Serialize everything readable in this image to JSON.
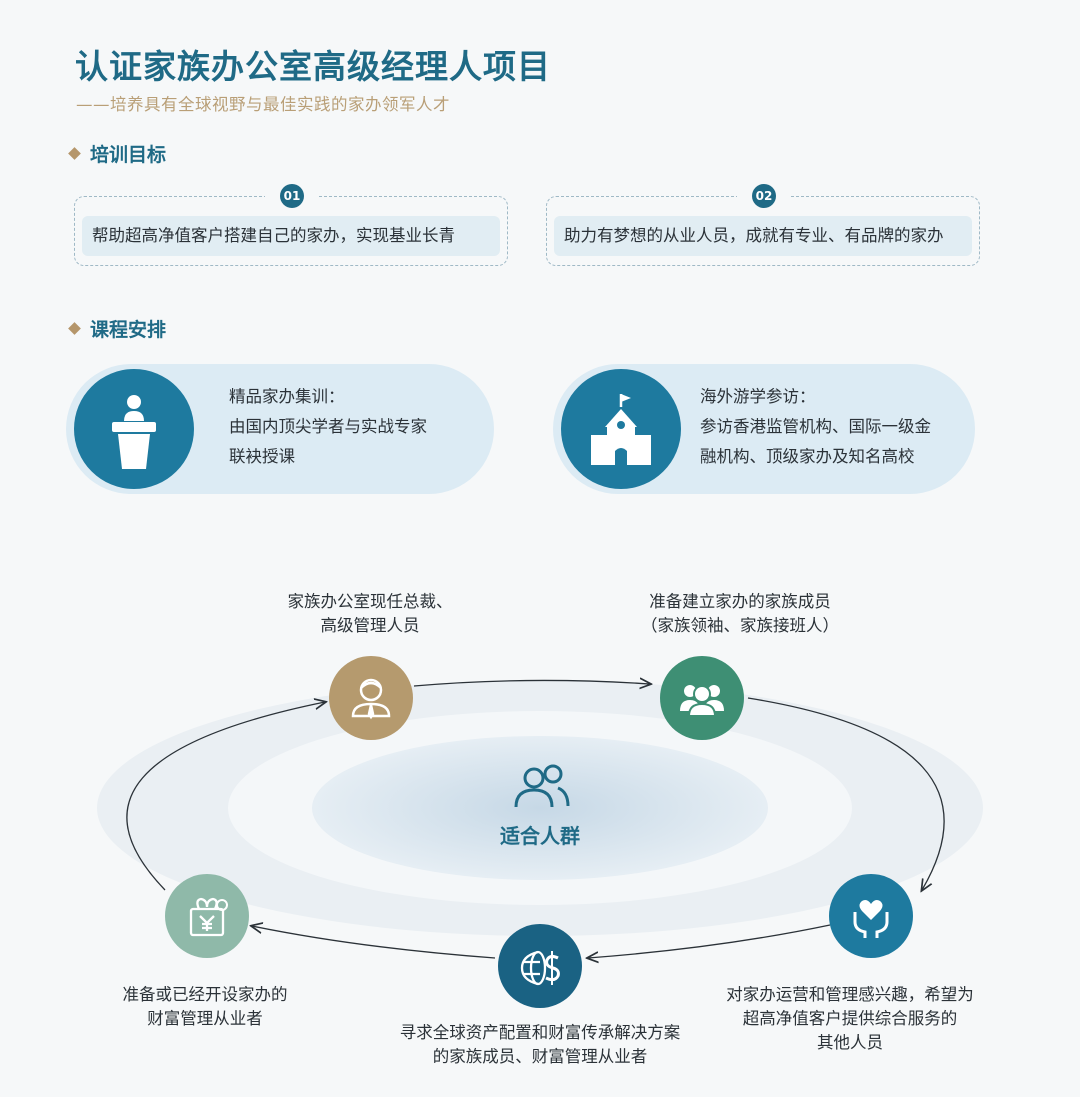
{
  "header": {
    "title": "认证家族办公室高级经理人项目",
    "subtitle": "——培养具有全球视野与最佳实践的家办领军人才"
  },
  "training_goals": {
    "heading": "培训目标",
    "items": [
      {
        "num": "01",
        "text": "帮助超高净值客户搭建自己的家办，实现基业长青"
      },
      {
        "num": "02",
        "text": "助力有梦想的从业人员，成就有专业、有品牌的家办"
      }
    ]
  },
  "course": {
    "heading": "课程安排",
    "items": [
      {
        "icon": "podium-icon",
        "lines": [
          "精品家办集训：",
          "由国内顶尖学者与实战专家",
          "联袂授课"
        ]
      },
      {
        "icon": "school-building-icon",
        "lines": [
          "海外游学参访：",
          "参访香港监管机构、国际一级金",
          "融机构、顶级家办及知名高校"
        ]
      }
    ]
  },
  "audience": {
    "center_label": "适合人群",
    "center_icon": "people-icon",
    "nodes": [
      {
        "icon": "executive-icon",
        "color": "#b59a6e",
        "lines": [
          "家族办公室现任总裁、",
          "高级管理人员"
        ]
      },
      {
        "icon": "family-group-icon",
        "color": "#3e8f74",
        "lines": [
          "准备建立家办的家族成员",
          "（家族领袖、家族接班人）"
        ]
      },
      {
        "icon": "heart-hands-icon",
        "color": "#1e7a9f",
        "lines": [
          "对家办运营和管理感兴趣，希望为",
          "超高净值客户提供综合服务的",
          "其他人员"
        ]
      },
      {
        "icon": "global-dollar-icon",
        "color": "#1a6283",
        "lines": [
          "寻求全球资产配置和财富传承解决方案",
          "的家族成员、财富管理从业者"
        ]
      },
      {
        "icon": "yen-gift-icon",
        "color": "#8fb9a9",
        "lines": [
          "准备或已经开设家办的",
          "财富管理从业者"
        ]
      }
    ]
  },
  "colors": {
    "primary": "#1f6a86",
    "gold": "#b5966b",
    "card_bg": "#dcebf4"
  }
}
